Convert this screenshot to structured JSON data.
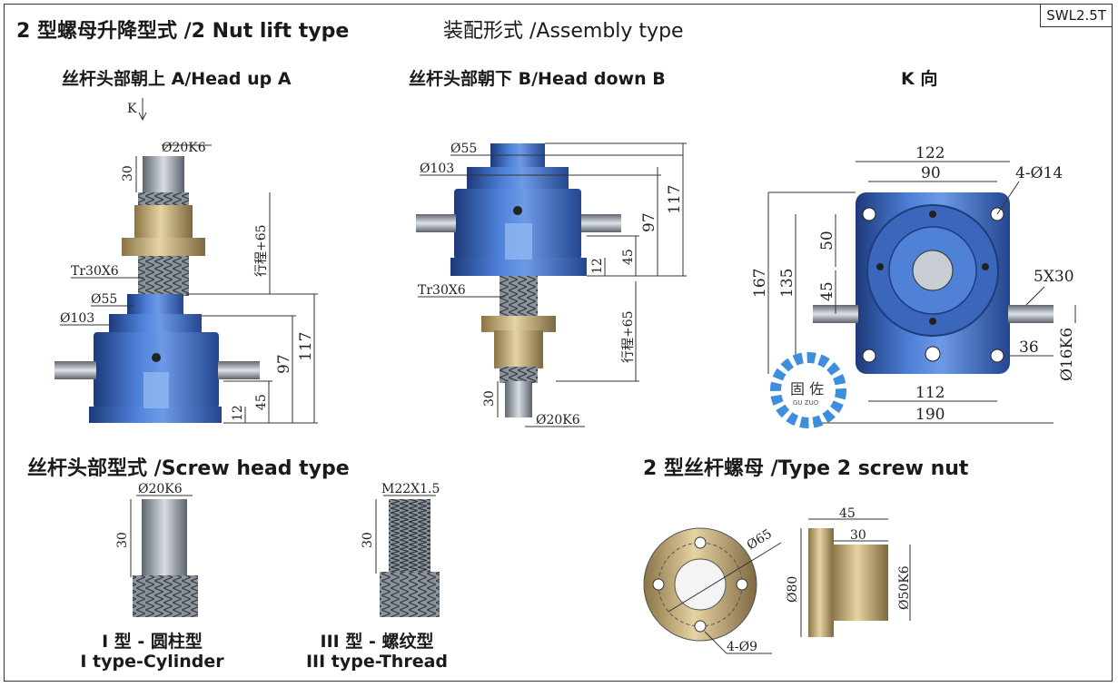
{
  "header": {
    "title": "2 型螺母升降型式 /2 Nut lift type",
    "subtitle": "装配形式 /Assembly type",
    "code": "SWL2.5T"
  },
  "views": {
    "head_up": {
      "title": "丝杆头部朝上 A/Head up A",
      "k": "K",
      "dia_shaft": "Ø20K6",
      "len_shaft": "30",
      "thread": "Tr30X6",
      "stroke": "行程+65",
      "dia55": "Ø55",
      "dia103": "Ø103",
      "h117": "117",
      "h97": "97",
      "h45": "45",
      "h12": "12"
    },
    "head_down": {
      "title": "丝杆头部朝下 B/Head down B",
      "dia55": "Ø55",
      "dia103": "Ø103",
      "h117": "117",
      "h97": "97",
      "h45": "45",
      "h12": "12",
      "thread": "Tr30X6",
      "stroke": "行程+65",
      "len_shaft": "30",
      "dia_shaft": "Ø20K6"
    },
    "k_view": {
      "title": "K 向",
      "w122": "122",
      "w90": "90",
      "holes": "4-Ø14",
      "h50": "50",
      "h45": "45",
      "h135": "135",
      "h167": "167",
      "key": "5X30",
      "w36": "36",
      "dia16": "Ø16K6",
      "w112": "112",
      "w190": "190"
    }
  },
  "screw_heads": {
    "title": "丝杆头部型式 /Screw head type",
    "cylinder": {
      "dia": "Ø20K6",
      "len": "30",
      "label_cn": "I 型 - 圆柱型",
      "label_en": "I type-Cylinder"
    },
    "thread": {
      "spec": "M22X1.5",
      "len": "30",
      "label_cn": "III 型 - 螺纹型",
      "label_en": "III type-Thread"
    }
  },
  "nut": {
    "title": "2 型丝杆螺母 /Type 2 screw nut",
    "dia65": "Ø65",
    "holes": "4-Ø9",
    "w45": "45",
    "w30": "30",
    "dia80": "Ø80",
    "dia50": "Ø50K6"
  },
  "logo": {
    "text": "固 佐",
    "sub": "GU ZUO"
  },
  "colors": {
    "blue": "#3f6fc7",
    "blue_dark": "#27488f",
    "bronze": "#c9b07a",
    "steel": "#9aa3ad"
  }
}
